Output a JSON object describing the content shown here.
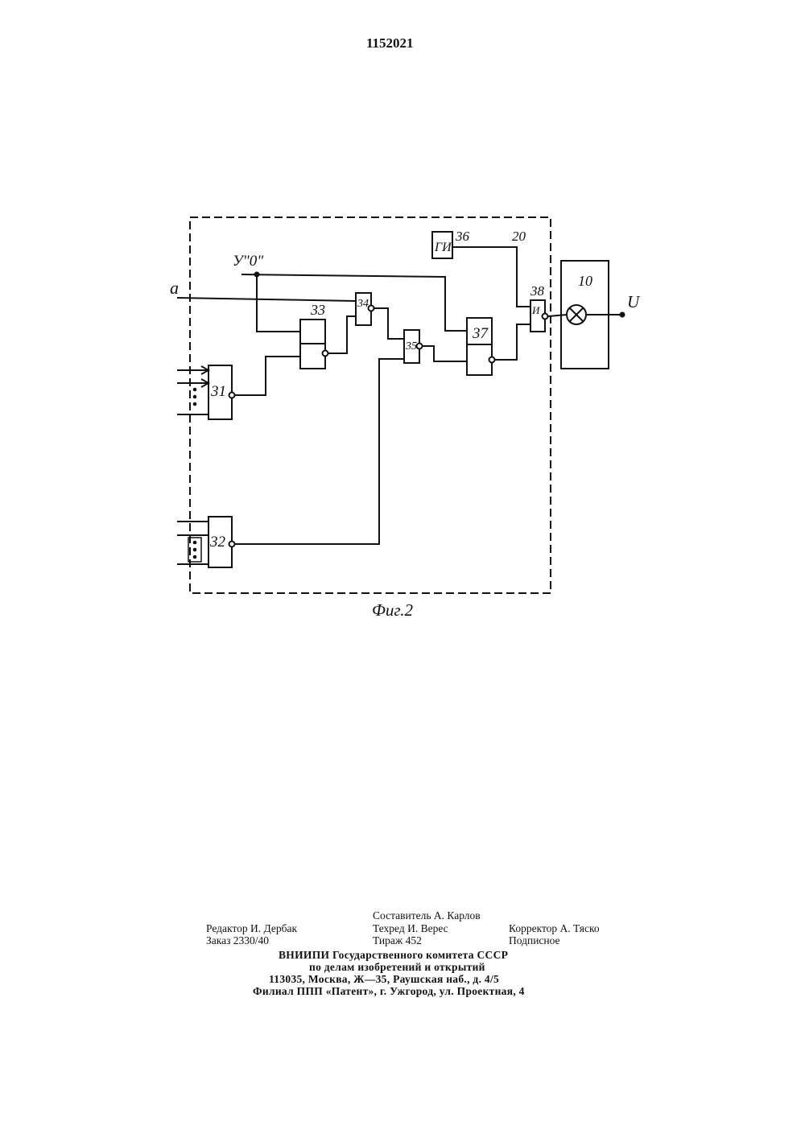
{
  "header": {
    "patent_number": "1152021"
  },
  "diagram": {
    "labels": {
      "input_a": "a",
      "input_zero": "У\"0\"",
      "output_u": "U",
      "n31": "31",
      "n32": "32",
      "n33": "33",
      "n34": "34",
      "n35": "35",
      "n36": "36",
      "n37": "37",
      "n38": "38",
      "n10": "10",
      "n20": "20",
      "gen_text": "ГИ",
      "and_symbol": "И"
    },
    "caption": "Фиг.2"
  },
  "imprint": {
    "compiler": "Составитель А. Карлов",
    "editor": "Редактор И. Дербак",
    "techred": "Техред И. Верес",
    "corrector": "Корректор А. Тяско",
    "order": "Заказ 2330/40",
    "circulation": "Тираж 452",
    "subscription": "Подписное",
    "org_line1": "ВНИИПИ Государственного комитета СССР",
    "org_line2": "по делам изобретений и открытий",
    "address1": "113035, Москва, Ж—35, Раушская наб., д. 4/5",
    "address2": "Филиал ППП «Патент», г. Ужгород, ул. Проектная, 4"
  }
}
